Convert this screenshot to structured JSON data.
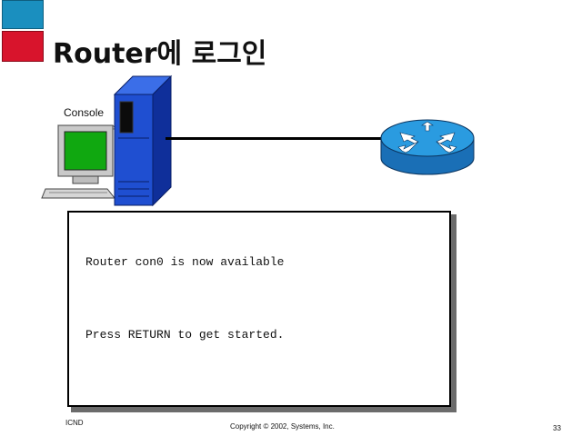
{
  "title": "Router에 로그인",
  "diagram": {
    "console_label": "Console",
    "icons": [
      "pc-icon",
      "tower-icon",
      "router-icon"
    ]
  },
  "terminal": {
    "line1": "Router con0 is now available",
    "line2": "Press RETURN to get started."
  },
  "footer": {
    "left": "ICND",
    "center": "Copyright © 2002, Systems, Inc.",
    "page_number": "33"
  },
  "colors": {
    "accent_teal": "#1a8fbf",
    "accent_red": "#d8142c",
    "tower_blue": "#1f4fd1",
    "router_blue": "#1f8fd8",
    "screen_green": "#10a810"
  }
}
